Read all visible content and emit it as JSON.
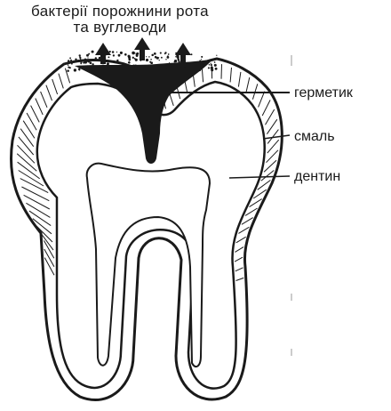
{
  "title": {
    "line1": "бактерії порожнини рота",
    "line2": "та вуглеводи"
  },
  "labels": {
    "sealant": "герметик",
    "enamel": "смаль",
    "dentin": "дентин"
  },
  "colors": {
    "ink": "#1a1a1a",
    "background": "#ffffff"
  }
}
